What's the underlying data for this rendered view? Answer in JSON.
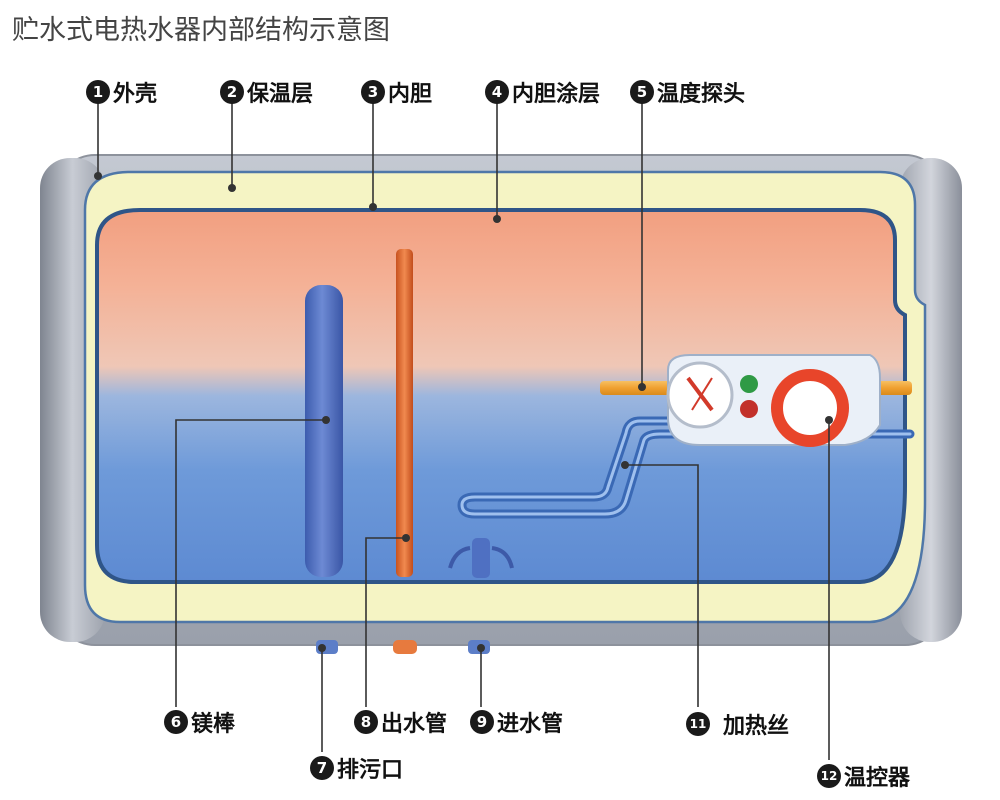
{
  "title": "贮水式电热水器内部结构示意图",
  "labels": [
    {
      "num": "1",
      "text": "外壳"
    },
    {
      "num": "2",
      "text": "保温层"
    },
    {
      "num": "3",
      "text": "内胆"
    },
    {
      "num": "4",
      "text": "内胆涂层"
    },
    {
      "num": "5",
      "text": "温度探头"
    },
    {
      "num": "6",
      "text": "镁棒"
    },
    {
      "num": "7",
      "text": "排污口"
    },
    {
      "num": "8",
      "text": "出水管"
    },
    {
      "num": "9",
      "text": "进水管"
    },
    {
      "num": "11",
      "text": "加热丝"
    },
    {
      "num": "12",
      "text": "温控器"
    }
  ],
  "colors": {
    "shell": "#a8adb8",
    "insulation": "#f4f3c2",
    "tank_hot": "#f2a88a",
    "tank_cold": "#5f8fd6",
    "tank_border": "#345a8e",
    "magnesium_rod": "#4a6cc0",
    "outlet_pipe": "#e06a35",
    "heater": "#3d6fb8",
    "thermostat_ring": "#e8452a",
    "leader_line": "#333333"
  }
}
